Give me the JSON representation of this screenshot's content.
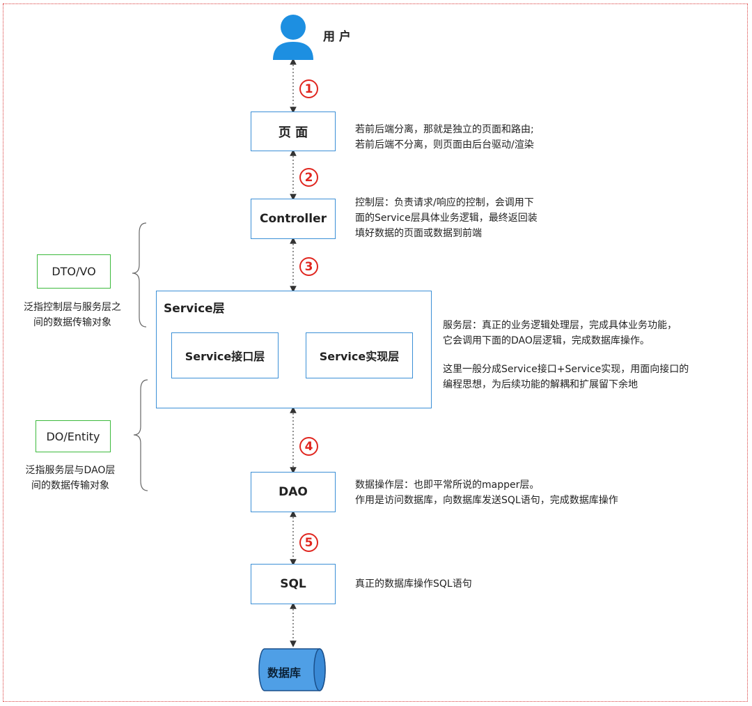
{
  "user": {
    "label": "用 户"
  },
  "steps": [
    "1",
    "2",
    "3",
    "4",
    "5"
  ],
  "nodes": {
    "page": "页 面",
    "controller": "Controller",
    "service_layer": "Service层",
    "service_interface": "Service接口层",
    "service_impl": "Service实现层",
    "dao": "DAO",
    "sql": "SQL",
    "database": "数据库"
  },
  "notes": {
    "page": "若前后端分离，那就是独立的页面和路由;\n若前后端不分离，则页面由后台驱动/渲染",
    "controller": "控制层：负责请求/响应的控制，会调用下\n面的Service层具体业务逻辑，最终返回装\n填好数据的页面或数据到前端",
    "service": "服务层：真正的业务逻辑处理层，完成具体业务功能，\n它会调用下面的DAO层逻辑，完成数据库操作。",
    "service_extra": "这里一般分成Service接口+Service实现，用面向接口的\n编程思想，为后续功能的解耦和扩展留下余地",
    "dao": "数据操作层：也即平常所说的mapper层。\n作用是访问数据库，向数据库发送SQL语句，完成数据库操作",
    "sql": "真正的数据库操作SQL语句"
  },
  "side": {
    "dto_label": "DTO/VO",
    "dto_desc": "泛指控制层与服务层之\n间的数据传输对象",
    "do_label": "DO/Entity",
    "do_desc": "泛指服务层与DAO层\n间的数据传输对象"
  },
  "colors": {
    "box_border": "#3b8fd6",
    "green_border": "#3cba3c",
    "step_red": "#e0261f",
    "user_blue": "#1d8fe1",
    "db_fill": "#4f9fe6",
    "frame_red": "#d93a3a"
  }
}
